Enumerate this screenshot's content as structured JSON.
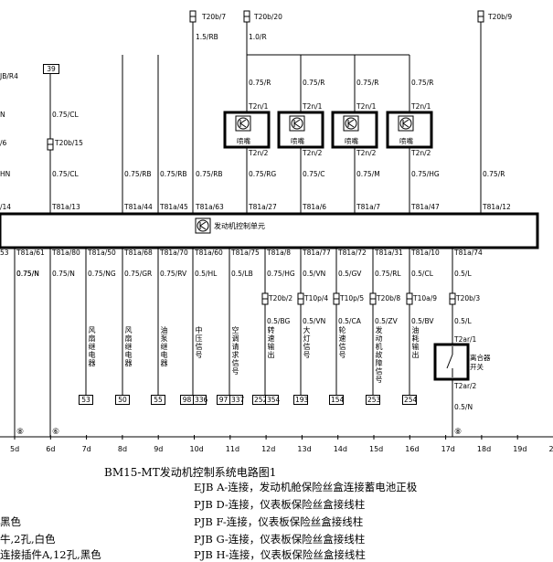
{
  "diagram": {
    "title": "BM15-MT发动机控制系统电路图1",
    "ecu_label": "发动机控制单元",
    "legend": [
      "EJB A-连接，发动机舱保险丝盒连接蓄电池正极",
      "PJB D-连接，仪表板保险丝盒接线柱",
      "PJB F-连接，仪表板保险丝盒接线柱",
      "PJB G-连接，仪表板保险丝盒接线柱",
      "PJB H-连接，仪表板保险丝盒接线柱"
    ],
    "left_fragments": [
      "黑色",
      "牛,2孔,白色",
      "连接插件A,12孔,黑色"
    ],
    "left_edge": [
      "JB/R4",
      "N",
      "/6",
      "HN",
      "/14",
      "53",
      "0.75/N"
    ],
    "top_connectors": [
      {
        "id": "T20b/7",
        "wire": "1.5/RB"
      },
      {
        "id": "T20b/20",
        "wire": "1.0/R"
      },
      {
        "id": "T20b/9",
        "wire": ""
      }
    ],
    "box39": "39",
    "left_col": {
      "w1": "0.75/CL",
      "conn": "T20b/15",
      "w2": "0.75/CL"
    },
    "injectors": [
      {
        "t1": "T2n/1",
        "t2": "T2n/2",
        "label": "喷嘴",
        "w1": "0.75/R",
        "w2": "0.75/RG"
      },
      {
        "t1": "T2n/1",
        "t2": "T2n/2",
        "label": "喷嘴",
        "w1": "0.75/R",
        "w2": "0.75/C"
      },
      {
        "t1": "T2n/1",
        "t2": "T2n/2",
        "label": "喷嘴",
        "w1": "0.75/R",
        "w2": "0.75/M"
      },
      {
        "t1": "T2n/1",
        "t2": "T2n/2",
        "label": "喷嘴",
        "w1": "0.75/R",
        "w2": "0.75/HG"
      }
    ],
    "wire_075R_right": "0.75/R",
    "top_wires_mid": [
      "0.75/RB",
      "0.75/RB",
      "0.75/RB"
    ],
    "ecu_top_pins": [
      "T81a/13",
      "T81a/44",
      "T81a/45",
      "T81a/63",
      "T81a/27",
      "T81a/6",
      "T81a/7",
      "T81a/47",
      "T81a/12"
    ],
    "ecu_bottom": [
      {
        "pin": "T81a/61",
        "wire": "0.75/N"
      },
      {
        "pin": "T81a/80",
        "wire": "0.75/N"
      },
      {
        "pin": "T81a/50",
        "wire": "0.75/NG"
      },
      {
        "pin": "T81a/68",
        "wire": "0.75/GR"
      },
      {
        "pin": "T81a/70",
        "wire": "0.75/RV"
      },
      {
        "pin": "T81a/60",
        "wire": "0.5/HL"
      },
      {
        "pin": "T81a/75",
        "wire": "0.5/LB"
      },
      {
        "pin": "T81a/8",
        "wire": "0.75/HG"
      },
      {
        "pin": "T81a/77",
        "wire": "0.5/VN"
      },
      {
        "pin": "T81a/72",
        "wire": "0.5/GV"
      },
      {
        "pin": "T81a/31",
        "wire": "0.75/RL"
      },
      {
        "pin": "T81a/10",
        "wire": "0.5/CL"
      },
      {
        "pin": "T81a/74",
        "wire": "0.5/L"
      }
    ],
    "signals": [
      {
        "text": "风扇继电器",
        "box": "53"
      },
      {
        "text": "风扇继电器",
        "box": "50"
      },
      {
        "text": "油泵继电器",
        "box": "55"
      },
      {
        "text": "中压信号",
        "box1": "98",
        "box2": "336"
      },
      {
        "text": "空调请求信号",
        "box1": "97",
        "box2": "337"
      },
      {
        "text": "转速输出",
        "conn": "T20b/2",
        "wire": "0.5/BG",
        "box1": "252",
        "box2": "354"
      },
      {
        "text": "大灯信号",
        "conn": "T10p/4",
        "wire": "0.5/VN",
        "box": "193"
      },
      {
        "text": "轮速信号",
        "conn": "T10p/5",
        "wire": "0.5/CA",
        "box": "154"
      },
      {
        "text": "发动机故障信号",
        "conn": "T20b/8",
        "wire": "0.5/ZV",
        "box": "253"
      },
      {
        "text": "油耗输出",
        "conn": "T10a/9",
        "wire": "0.5/BV",
        "box": "254"
      }
    ],
    "clutch": {
      "conn": "T20b/3",
      "wire": "0.5/L",
      "t1": "T2ar/1",
      "t2": "T2ar/2",
      "label1": "离合器",
      "label2": "开关",
      "wire2": "0.5/N"
    },
    "ground_marks": [
      "⑧",
      "⑥",
      "⑧"
    ],
    "grid": [
      "5d",
      "6d",
      "7d",
      "8d",
      "9d",
      "10d",
      "11d",
      "12d",
      "13d",
      "14d",
      "15d",
      "16d",
      "17d",
      "18d",
      "19d",
      "2"
    ]
  }
}
